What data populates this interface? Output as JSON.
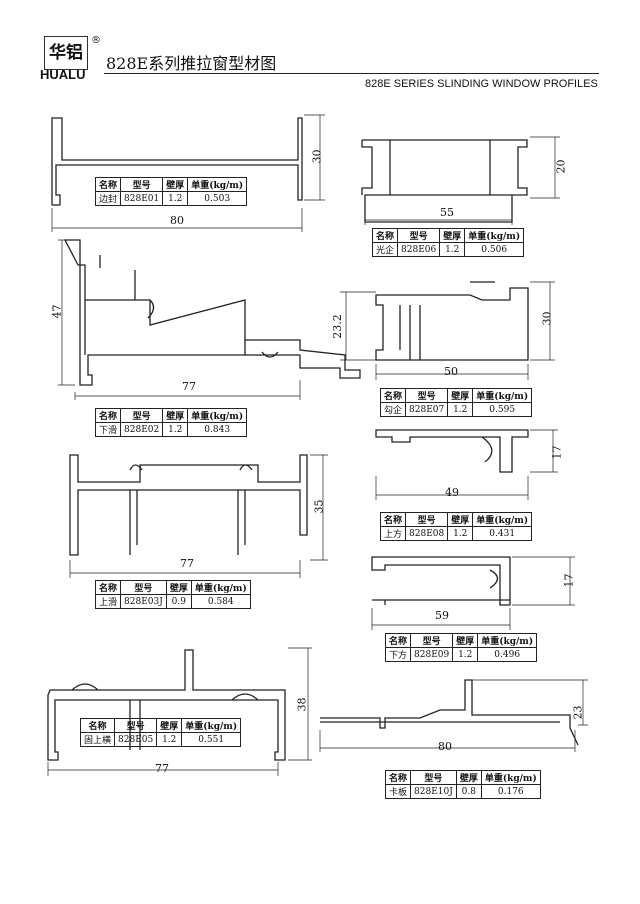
{
  "header": {
    "logo_text": "华铝",
    "brand": "HUALU",
    "registered": "®",
    "title": "828E系列推拉窗型材图",
    "subtitle": "828E SERIES SLINDING WINDOW PROFILES"
  },
  "table_headers": {
    "name": "名称",
    "model": "型号",
    "thickness": "壁厚",
    "weight": "单重(kg/m)"
  },
  "profiles": [
    {
      "name": "边封",
      "model": "828E01",
      "thickness": "1.2",
      "weight": "0.503",
      "dims": [
        "30",
        "80"
      ]
    },
    {
      "name": "光企",
      "model": "828E06",
      "thickness": "1.2",
      "weight": "0.506",
      "dims": [
        "20",
        "55"
      ]
    },
    {
      "name": "下滑",
      "model": "828E02",
      "thickness": "1.2",
      "weight": "0.843",
      "dims": [
        "47",
        "77"
      ]
    },
    {
      "name": "勾企",
      "model": "828E07",
      "thickness": "1.2",
      "weight": "0.595",
      "dims": [
        "23.2",
        "30",
        "50"
      ]
    },
    {
      "name": "上方",
      "model": "828E08",
      "thickness": "1.2",
      "weight": "0.431",
      "dims": [
        "17",
        "49"
      ]
    },
    {
      "name": "上滑",
      "model": "828E03J",
      "thickness": "0.9",
      "weight": "0.584",
      "dims": [
        "35",
        "77"
      ]
    },
    {
      "name": "下方",
      "model": "828E09",
      "thickness": "1.2",
      "weight": "0.496",
      "dims": [
        "17",
        "59"
      ]
    },
    {
      "name": "固上横",
      "model": "828E05",
      "thickness": "1.2",
      "weight": "0.551",
      "dims": [
        "38",
        "77"
      ]
    },
    {
      "name": "卡板",
      "model": "828E10J",
      "thickness": "0.8",
      "weight": "0.176",
      "dims": [
        "23",
        "80"
      ]
    }
  ]
}
